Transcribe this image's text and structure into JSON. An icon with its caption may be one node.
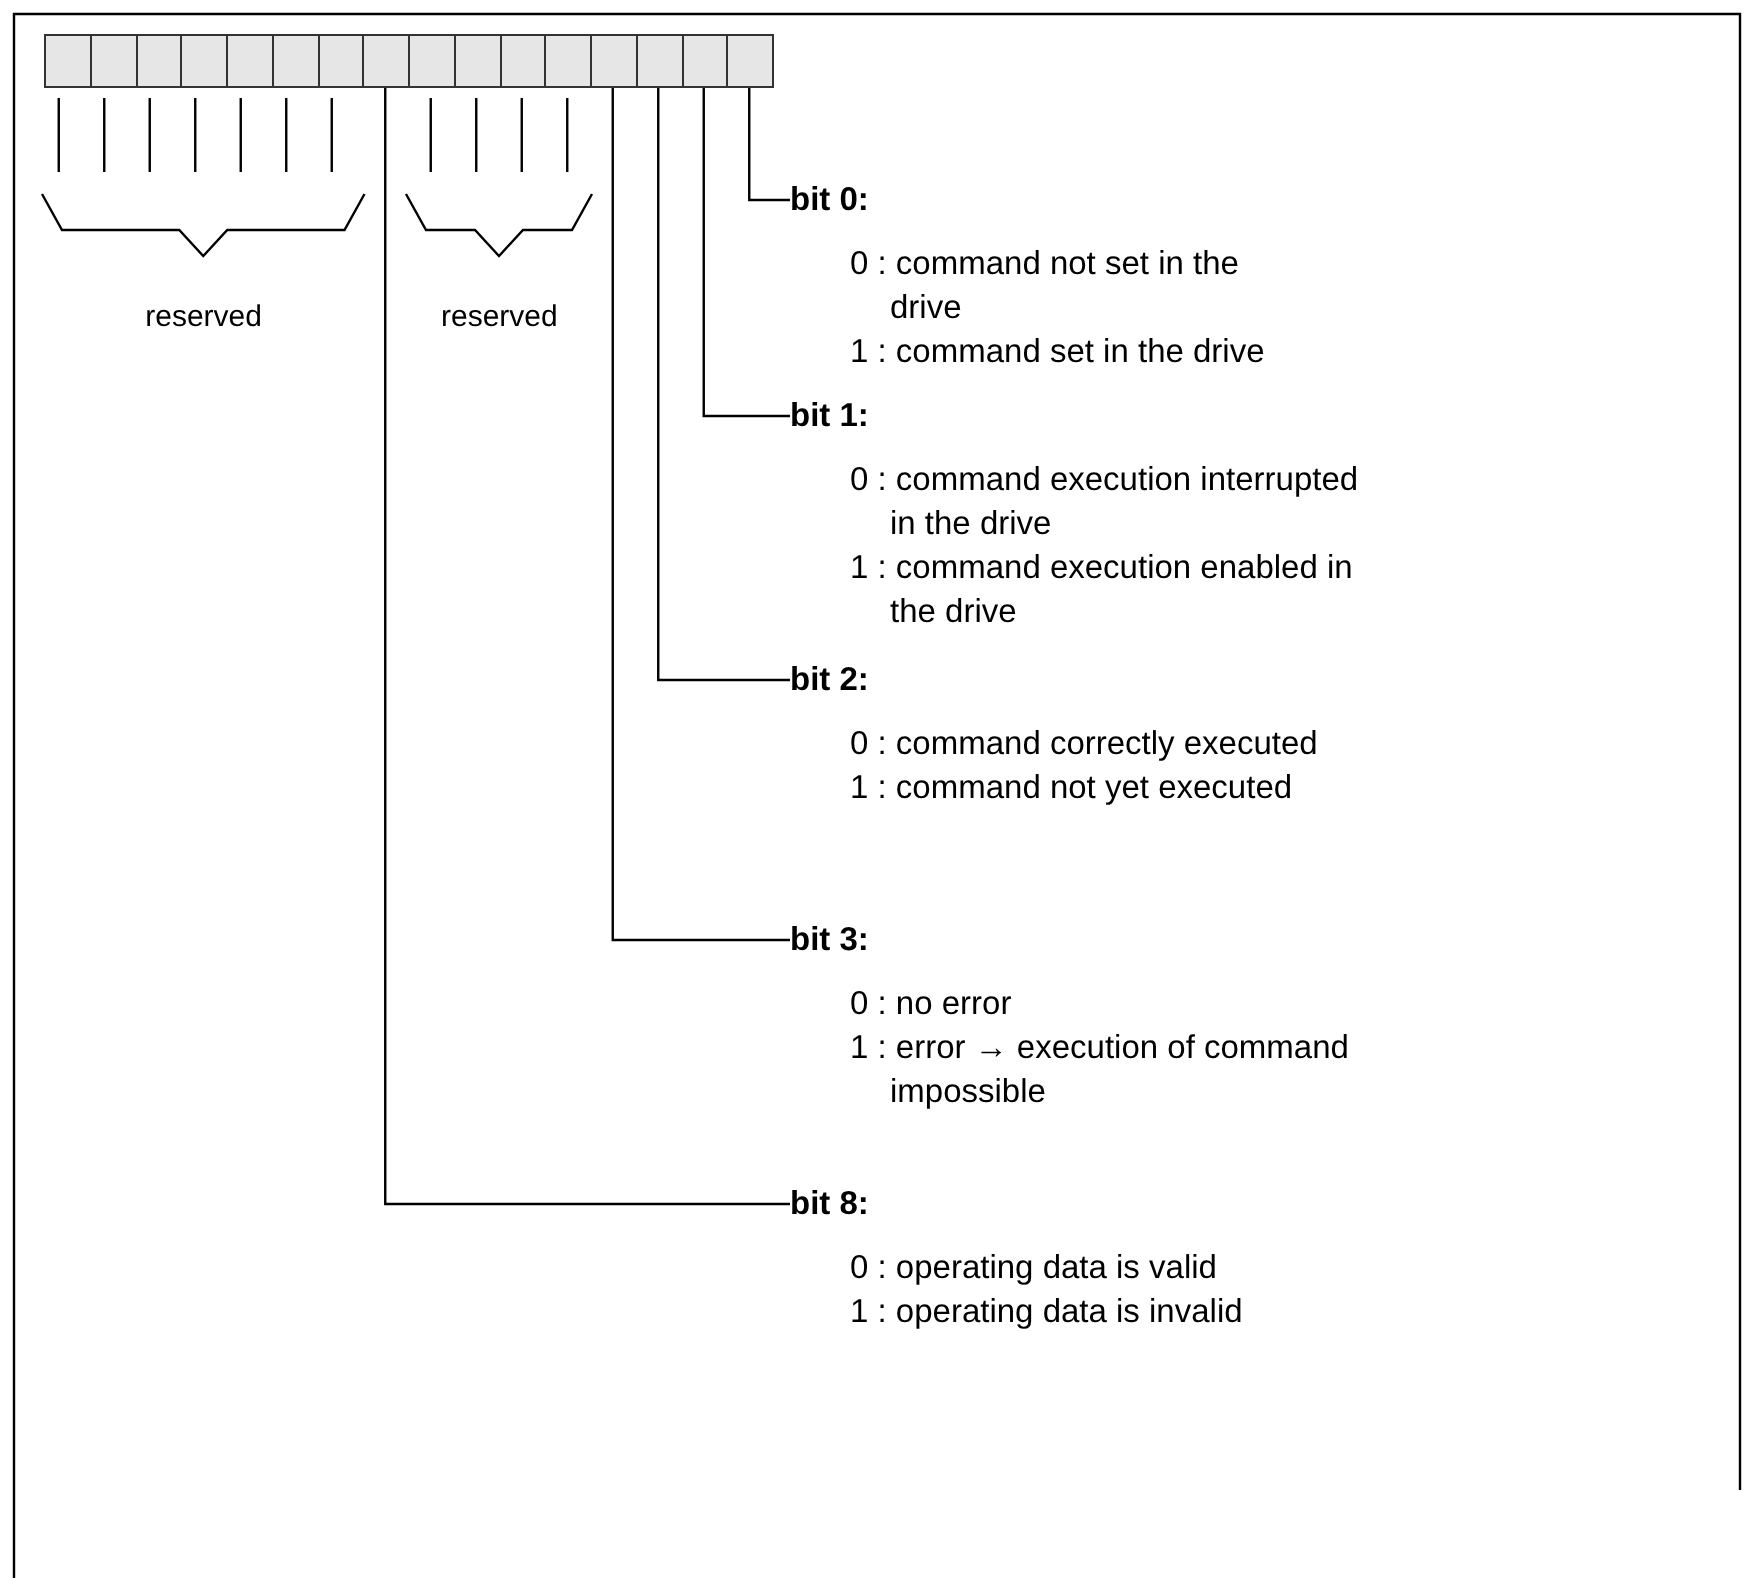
{
  "diagram": {
    "nodes": [
      {
        "text": [],
        "shape": "box"
      },
      {
        "text": [],
        "shape": "box"
      },
      {
        "text": [],
        "shape": "box"
      },
      {
        "text": [],
        "shape": "box"
      },
      {
        "text": [],
        "shape": "box"
      },
      {
        "text": [],
        "shape": "box"
      },
      {
        "text": [],
        "shape": "box"
      },
      {
        "text": [],
        "shape": "box"
      },
      {
        "text": [],
        "shape": "box"
      },
      {
        "text": [],
        "shape": "box"
      },
      {
        "text": [],
        "shape": "box"
      },
      {
        "text": [],
        "shape": "box"
      },
      {
        "text": [],
        "shape": "box"
      },
      {
        "text": [],
        "shape": "box"
      },
      {
        "text": [],
        "shape": "box"
      },
      {
        "text": [],
        "shape": "box"
      },
      {
        "text": [
          "bit 0:",
          "0 : command not set in the drive",
          "1 : command set in the drive"
        ]
      },
      {
        "text": [
          "bit 1:",
          "0 : command execution interrupted in the drive",
          "1 : command execution enabled in the drive"
        ]
      },
      {
        "text": [
          "bit 2:",
          "0 : command correctly executed",
          "1 : command not yet executed"
        ]
      },
      {
        "text": [
          "bit 3:",
          "0 : no error",
          "1 : error → execution of command impossible"
        ]
      },
      {
        "text": [
          "bit 8:",
          "0 : operating data is valid",
          "1 : operating data is invalid"
        ]
      }
    ],
    "edges": [
      {
        "from": 16,
        "to": 15,
        "arrow": "none"
      },
      {
        "from": 17,
        "to": 14,
        "arrow": "none"
      },
      {
        "from": 18,
        "to": 13,
        "arrow": "none"
      },
      {
        "from": 19,
        "to": 12,
        "arrow": "none"
      },
      {
        "from": 20,
        "to": 7,
        "arrow": "none"
      }
    ],
    "labels": [
      "reserved",
      "reserved"
    ]
  }
}
